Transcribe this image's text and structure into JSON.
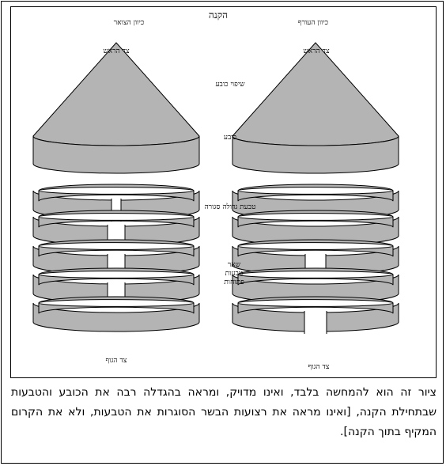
{
  "figure": {
    "title": "הקנה",
    "left_direction": "כיוון הצואר",
    "right_direction": "כיוון העורף",
    "head_side_left": "צד הראש",
    "head_side_right": "צד הראש",
    "helmet_ridge": "שיפוי כובע",
    "helmet": "כובע",
    "large_closed_ring": "טבעת גדולה סגורה",
    "other_open_rings": "שאר\nטבעות\nפתוחות",
    "body_side_left": "צד הגוף",
    "body_side_right": "צד הגוף"
  },
  "caption": "ציור זה הוא להמחשה בלבד, ואינו מדויק, ומראה בהגדלה רבה את הכובע והטבעות שבתחילת הקנה, [ואינו מראה את רצועות הבשר הסוגרות את הטבעות, ולא את הקרום המקיף בתוך הקנה].",
  "colors": {
    "fill": "#b4b4b4",
    "stroke": "#000000"
  }
}
